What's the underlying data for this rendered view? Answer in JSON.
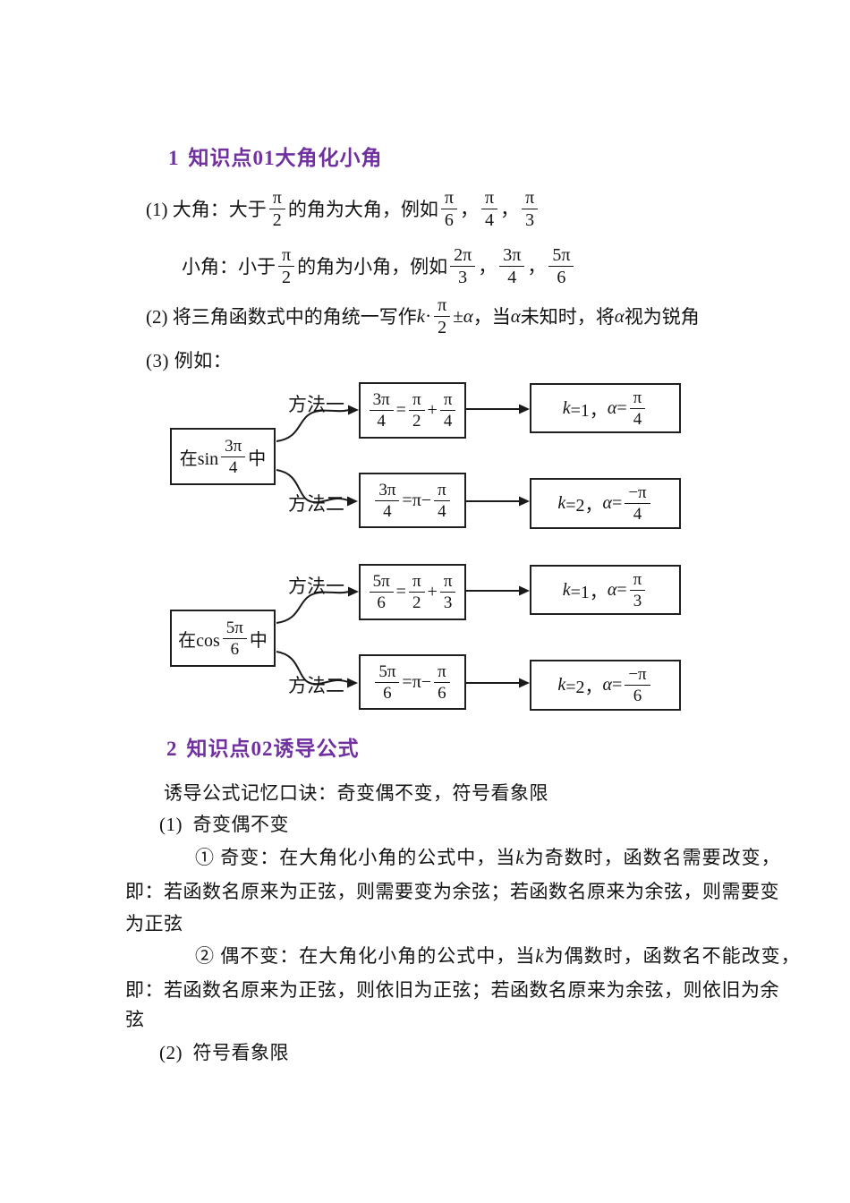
{
  "page": {
    "background": "#ffffff",
    "text_color": "#141414",
    "accent_purple": "#7030A0"
  },
  "section1": {
    "heading": {
      "number": "1",
      "title": "知识点01大角化小角"
    },
    "line_big_angle": {
      "segments": [
        {
          "t": "(1) 大角：大于"
        },
        {
          "f": [
            "π",
            "2"
          ]
        },
        {
          "t": "的角为大角，例如"
        },
        {
          "f": [
            "π",
            "6"
          ]
        },
        {
          "t": "，"
        },
        {
          "f": [
            "π",
            "4"
          ]
        },
        {
          "t": "，"
        },
        {
          "f": [
            "π",
            "3"
          ]
        }
      ]
    },
    "line_small_angle": {
      "segments": [
        {
          "t": "小角：小于"
        },
        {
          "f": [
            "π",
            "2"
          ]
        },
        {
          "t": "的角为小角，例如"
        },
        {
          "f": [
            "2π",
            "3"
          ]
        },
        {
          "t": "，"
        },
        {
          "f": [
            "3π",
            "4"
          ]
        },
        {
          "t": "，"
        },
        {
          "f": [
            "5π",
            "6"
          ]
        }
      ]
    },
    "line_unified_form": {
      "segments": [
        {
          "t": "(2) 将三角函数式中的角统一写作"
        },
        {
          "i": "k"
        },
        {
          "t": "·"
        },
        {
          "f": [
            "π",
            "2"
          ]
        },
        {
          "t": "±"
        },
        {
          "i": "α"
        },
        {
          "t": "，当"
        },
        {
          "i": "α"
        },
        {
          "t": "未知时，将"
        },
        {
          "i": "α"
        },
        {
          "t": "视为锐角"
        }
      ]
    },
    "line_example": {
      "segments": [
        {
          "t": "(3) 例如："
        }
      ]
    }
  },
  "flowcharts": [
    {
      "source": [
        {
          "t": "在sin"
        },
        {
          "f": [
            "3π",
            "4"
          ]
        },
        {
          "t": "中"
        }
      ],
      "branches": [
        {
          "label": "方法一",
          "equation": [
            {
              "f": [
                "3π",
                "4"
              ]
            },
            {
              "t": "="
            },
            {
              "f": [
                "π",
                "2"
              ]
            },
            {
              "t": "+"
            },
            {
              "f": [
                "π",
                "4"
              ]
            }
          ],
          "result": [
            {
              "i": "k"
            },
            {
              "t": "=1，"
            },
            {
              "i": "α"
            },
            {
              "t": "="
            },
            {
              "f": [
                "π",
                "4"
              ]
            }
          ]
        },
        {
          "label": "方法二",
          "equation": [
            {
              "f": [
                "3π",
                "4"
              ]
            },
            {
              "t": "=π−"
            },
            {
              "f": [
                "π",
                "4"
              ]
            }
          ],
          "result": [
            {
              "i": "k"
            },
            {
              "t": "=2，"
            },
            {
              "i": "α"
            },
            {
              "t": "="
            },
            {
              "f": [
                "−π",
                "4"
              ]
            }
          ]
        }
      ]
    },
    {
      "source": [
        {
          "t": "在cos"
        },
        {
          "f": [
            "5π",
            "6"
          ]
        },
        {
          "t": "中"
        }
      ],
      "branches": [
        {
          "label": "方法一",
          "equation": [
            {
              "f": [
                "5π",
                "6"
              ]
            },
            {
              "t": "="
            },
            {
              "f": [
                "π",
                "2"
              ]
            },
            {
              "t": "+"
            },
            {
              "f": [
                "π",
                "3"
              ]
            }
          ],
          "result": [
            {
              "i": "k"
            },
            {
              "t": "=1，"
            },
            {
              "i": "α"
            },
            {
              "t": "="
            },
            {
              "f": [
                "π",
                "3"
              ]
            }
          ]
        },
        {
          "label": "方法二",
          "equation": [
            {
              "f": [
                "5π",
                "6"
              ]
            },
            {
              "t": "=π−"
            },
            {
              "f": [
                "π",
                "6"
              ]
            }
          ],
          "result": [
            {
              "i": "k"
            },
            {
              "t": "=2，"
            },
            {
              "i": "α"
            },
            {
              "t": "="
            },
            {
              "f": [
                "−π",
                "6"
              ]
            }
          ]
        }
      ]
    }
  ],
  "section2": {
    "heading": {
      "number": "2",
      "title": "知识点02诱导公式"
    },
    "lines": [
      {
        "segments": [
          {
            "t": "诱导公式记忆口诀：奇变偶不变，符号看象限"
          }
        ]
      },
      {
        "segments": [
          {
            "t": "(1)  奇变偶不变"
          }
        ]
      },
      {
        "segments": [
          {
            "t": "① 奇变：在大角化小角的公式中，当"
          },
          {
            "i": "k"
          },
          {
            "t": "为奇数时，函数名需要改变，"
          }
        ]
      },
      {
        "segments": [
          {
            "t": "即：若函数名原来为正弦，则需要变为余弦；若函数名原来为余弦，则需要变"
          }
        ]
      },
      {
        "segments": [
          {
            "t": "为正弦"
          }
        ]
      },
      {
        "segments": [
          {
            "t": "② 偶不变：在大角化小角的公式中，当"
          },
          {
            "i": "k"
          },
          {
            "t": "为偶数时，函数名不能改变，"
          }
        ]
      },
      {
        "segments": [
          {
            "t": "即：若函数名原来为正弦，则依旧为正弦；若函数名原来为余弦，则依旧为余"
          }
        ]
      },
      {
        "segments": [
          {
            "t": "弦"
          }
        ]
      },
      {
        "segments": [
          {
            "t": "(2)  符号看象限"
          }
        ]
      }
    ]
  }
}
